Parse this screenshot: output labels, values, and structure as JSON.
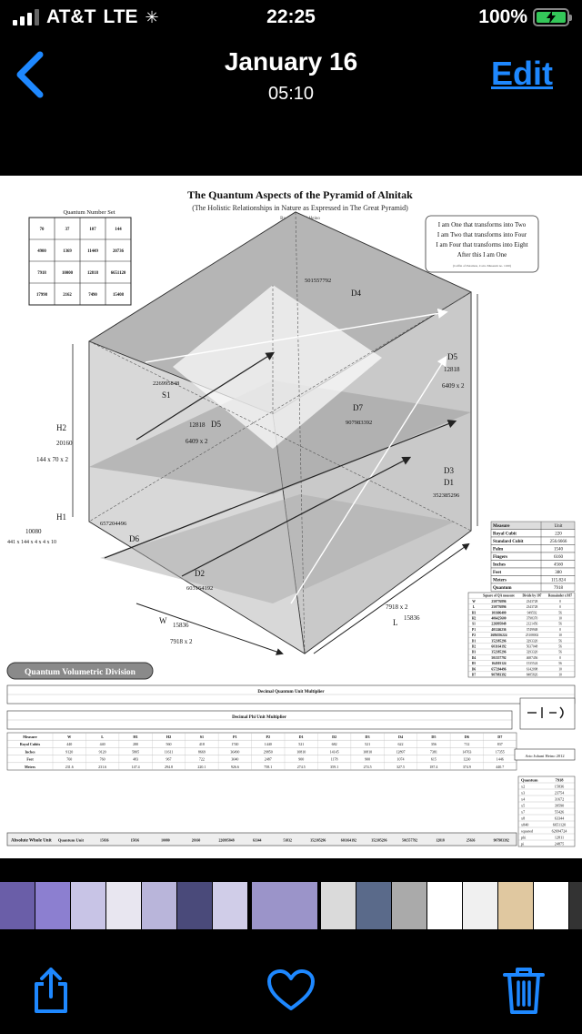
{
  "status": {
    "carrier": "AT&T",
    "network": "LTE",
    "time": "22:25",
    "battery": "100%"
  },
  "nav": {
    "title": "January 16",
    "subtitle": "05:10",
    "edit": "Edit"
  },
  "poster": {
    "title": "The Quantum Aspects of the Pyramid of Alnitak",
    "subtitle": "(The Holistic Relationships in Nature as Expressed in The Great Pyramid)",
    "author": "By Arto Juhani Heino",
    "qns_title": "Quantum Number Set",
    "qns": [
      [
        "70",
        "37",
        "107",
        "144"
      ],
      [
        "4900",
        "1369",
        "11449",
        "20736"
      ],
      [
        "7918",
        "10000",
        "12818",
        "6651120"
      ],
      [
        "17998",
        "2162",
        "7490",
        "15408"
      ]
    ],
    "quote": [
      "I am One that transforms into Two",
      "I am Two that transforms into Four",
      "I am Four that transforms into Eight",
      "After this I am One"
    ],
    "quote_src": "(Coffin of Petamon, Cairo Museum no. 1160)",
    "labels": {
      "d4": "D4",
      "s_d4": "501557792",
      "d5r": "D5",
      "d5r_v": "12818",
      "d5r_x": "6409 x 2",
      "s1": "S1",
      "s_s1": "226995848",
      "h2": "H2",
      "h2_v": "20160",
      "h2_x": "144 x 70 x 2",
      "d5c": "D5",
      "d5c_v": "12818",
      "d5c_x": "6409 x 2",
      "d7": "D7",
      "s_d7": "907983392",
      "d3": "D3",
      "d1": "D1",
      "s_d1": "352385296",
      "h1": "H1",
      "h1_v": "10080",
      "s_h1": "441 x 144 x 4 x 4 x 10",
      "s_d6": "657204496",
      "d6": "D6",
      "d2": "D2",
      "s_d2": "603164192",
      "w": "W",
      "w_v": "15836",
      "w_x": "7918 x 2",
      "l": "L",
      "l_v": "15836",
      "l_x": "7918 x 2"
    },
    "badge": "Quantum Volumetric Division",
    "measure_table": [
      [
        "Measure",
        "Unit"
      ],
      [
        "Royal Cubit",
        "220"
      ],
      [
        "Standard Cubit",
        "256.6666"
      ],
      [
        "Palm",
        "1540"
      ],
      [
        "Fingers",
        "6160"
      ],
      [
        "Inches",
        "4560"
      ],
      [
        "Feet",
        "380"
      ],
      [
        "Meters",
        "115.824"
      ],
      [
        "Quantum",
        "7918"
      ]
    ],
    "sq_header": [
      "Square of QA measure",
      "Divide by 107",
      "Remainder x/107"
    ],
    "sq_rows": [
      [
        "W",
        "250776896",
        "2343728",
        "0"
      ],
      [
        "L",
        "250776896",
        "2343728",
        "0"
      ],
      [
        "H1",
        "101606400",
        "949592",
        "56"
      ],
      [
        "H2",
        "406425600",
        "3798370",
        "10"
      ],
      [
        "S1",
        "226995848",
        "2121456",
        "56"
      ],
      [
        "P1",
        "401246236",
        "3749948",
        "0"
      ],
      [
        "P2",
        "2686556224",
        "25108002",
        "10"
      ],
      [
        "D1",
        "352385296",
        "3293320",
        "56"
      ],
      [
        "D2",
        "603164192",
        "5637048",
        "56"
      ],
      [
        "D3",
        "352385296",
        "3293320",
        "56"
      ],
      [
        "D4",
        "501557792",
        "4687456",
        "0"
      ],
      [
        "D5",
        "164303124",
        "1535524",
        "56"
      ],
      [
        "D6",
        "657204496",
        "6142098",
        "10"
      ],
      [
        "D7",
        "907983392",
        "8485826",
        "10"
      ]
    ],
    "dq_title": "Decimal Quantum Unit Multiplier",
    "dp_title": "Decimal Phi Unit Multiplier",
    "bt_header": [
      "Measure",
      "W",
      "L",
      "H1",
      "H2",
      "S1",
      "P1",
      "P2",
      "D1",
      "D2",
      "D3",
      "D4",
      "D5",
      "D6",
      "D7"
    ],
    "bt_rows": [
      [
        "Royal Cubits",
        "440",
        "440",
        "280",
        "560",
        "418",
        "1740",
        "1440",
        "521",
        "682",
        "521",
        "622",
        "356",
        "712",
        "837"
      ],
      [
        "Inches",
        "9120",
        "9120",
        "5805",
        "11611",
        "8669",
        "36490",
        "29850",
        "10810",
        "14145",
        "10810",
        "12897",
        "7381",
        "14763",
        "17355"
      ],
      [
        "Feet",
        "760",
        "760",
        "483",
        "967",
        "722",
        "3040",
        "2487",
        "900",
        "1178",
        "900",
        "1074",
        "615",
        "1230",
        "1446"
      ],
      [
        "Meters",
        "231.6",
        "231.6",
        "147.4",
        "294.8",
        "220.1",
        "926.6",
        "758.1",
        "274.5",
        "359.1",
        "274.5",
        "327.5",
        "187.4",
        "374.9",
        "440.7"
      ]
    ],
    "credit": "Arto Juhani Heino 2012",
    "qsq_header": [
      "Quantum",
      "7918"
    ],
    "qsq_rows": [
      [
        "x2",
        "15836"
      ],
      [
        "x3",
        "23754"
      ],
      [
        "x4",
        "31672"
      ],
      [
        "x5",
        "39590"
      ],
      [
        "x7",
        "55426"
      ],
      [
        "x8",
        "63344"
      ],
      [
        "x840",
        "6651120"
      ],
      [
        "squared",
        "62694724"
      ],
      [
        "phi",
        "12811"
      ],
      [
        "pi",
        "24875"
      ]
    ],
    "absolute_label": "Absolute Whole Unit",
    "absolute_unit": "Quantum Unit",
    "absolute_vals": [
      "15836",
      "15836",
      "10080",
      "20160",
      "226995848",
      "63344",
      "51832",
      "352385296",
      "603164192",
      "352385296",
      "501557792",
      "12818",
      "25636",
      "907983392"
    ]
  },
  "colors": {
    "accent": "#1e88ff",
    "battery": "#34c759"
  },
  "toolbar": {
    "share": "share-icon",
    "like": "heart-icon",
    "delete": "trash-icon"
  }
}
